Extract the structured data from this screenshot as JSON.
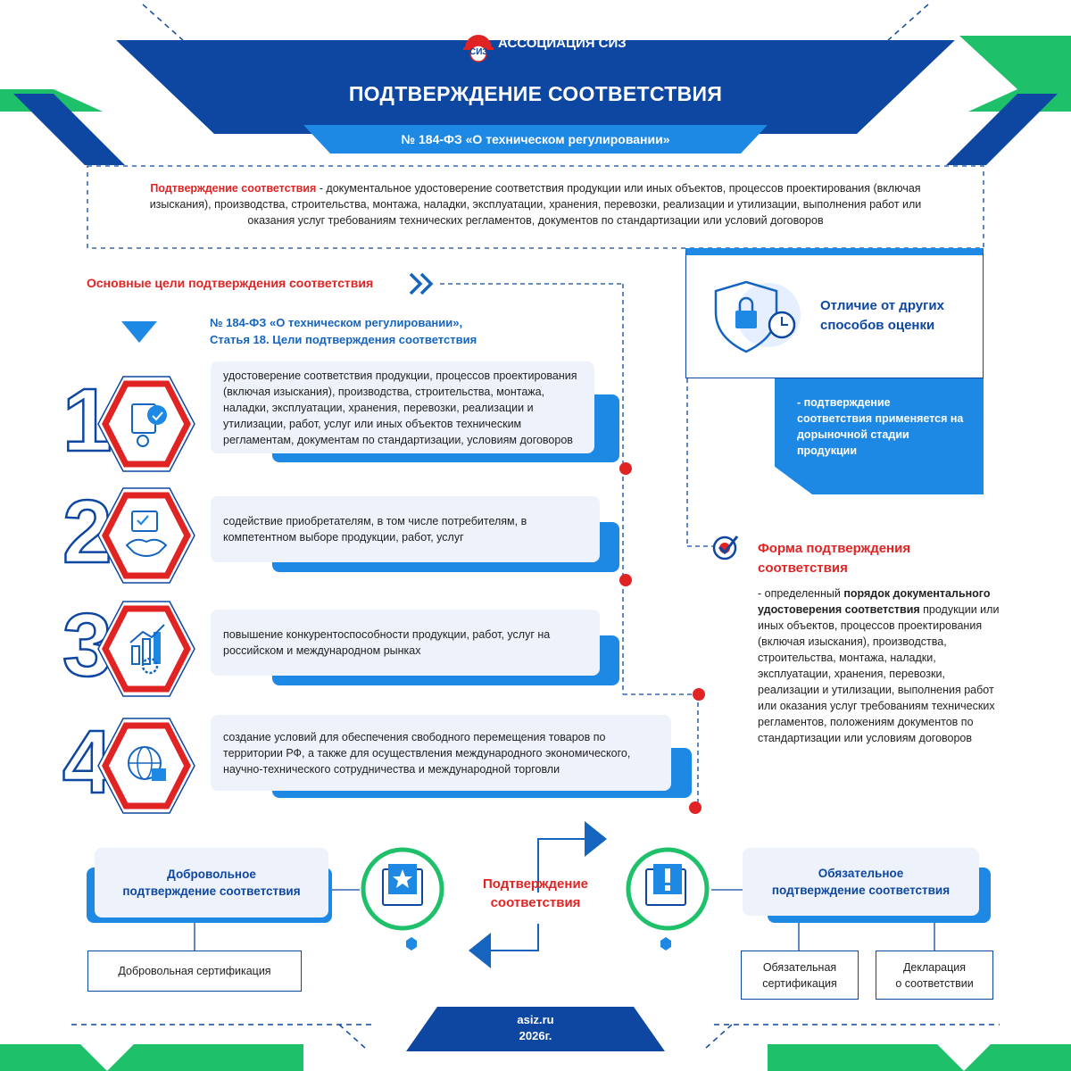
{
  "header": {
    "logo_text": "АССОЦИАЦИЯ СИЗ",
    "logo_mark": "СИЗ",
    "title": "ПОДТВЕРЖДЕНИЕ СООТВЕТСТВИЯ",
    "law": "№ 184-ФЗ «О техническом регулировании»"
  },
  "definition": {
    "term": "Подтверждение соответствия",
    "text": " - документальное удостоверение соответствия продукции или иных объектов, процессов проектирования (включая изыскания), производства, строительства, монтажа, наладки, эксплуатации, хранения, перевозки, реализации и утилизации, выполнения работ или оказания услуг требованиям технических регламентов, документов по стандартизации или условий договоров"
  },
  "goals": {
    "heading": "Основные цели подтверждения соответствия",
    "law_ref_line1": "№ 184-ФЗ «О техническом регулировании»,",
    "law_ref_line2": "Статья 18. Цели подтверждения соответствия",
    "items": [
      {
        "number": "1",
        "text": "удостоверение соответствия продукции, процессов проектирования (включая изыскания), производства, строительства, монтажа, наладки, эксплуатации, хранения, перевозки, реализации и утилизации, работ, услуг или иных объектов техническим регламентам, документам по стандартизации, условиям договоров"
      },
      {
        "number": "2",
        "text": "содействие приобретателям, в том числе потребителям, в компетентном выборе продукции, работ, услуг"
      },
      {
        "number": "3",
        "text": "повышение конкурентоспособности продукции, работ, услуг на российском и международном рынках"
      },
      {
        "number": "4",
        "text": "создание условий для обеспечения свободного перемещения товаров по территории РФ, а также для осуществления международного экономического, научно-технического сотрудничества и международной торговли"
      }
    ]
  },
  "difference": {
    "title_line1": "Отличие от других",
    "title_line2": "способов оценки",
    "note": "- подтверждение соответствия применяется на дорыночной стадии продукции"
  },
  "form": {
    "title_line1": "Форма подтверждения",
    "title_line2": "соответствия",
    "text_pre": " - определенный ",
    "text_bold": "порядок документального удостоверения соответствия",
    "text_post": " продукции или иных объектов, процессов проектирования (включая изыскания), производства, строительства, монтажа, наладки, эксплуатации, хранения, перевозки, реализации и утилизации, выполнения работ или оказания услуг требованиям технических регламентов, положениям документов по стандартизации или условиям договоров"
  },
  "bottom": {
    "center_line1": "Подтверждение",
    "center_line2": "соответствия",
    "voluntary": {
      "title_line1": "Добровольное",
      "title_line2": "подтверждение соответствия",
      "sub": "Добровольная сертификация"
    },
    "mandatory": {
      "title_line1": "Обязательное",
      "title_line2": "подтверждение соответствия",
      "sub1_line1": "Обязательная",
      "sub1_line2": "сертификация",
      "sub2_line1": "Декларация",
      "sub2_line2": "о соответствии"
    }
  },
  "footer": {
    "site": "asiz.ru",
    "year": "2026г."
  },
  "colors": {
    "dark_blue": "#0d47a1",
    "blue": "#1565c0",
    "light_blue": "#1e88e5",
    "red": "#e02424",
    "green": "#1fc06a"
  }
}
